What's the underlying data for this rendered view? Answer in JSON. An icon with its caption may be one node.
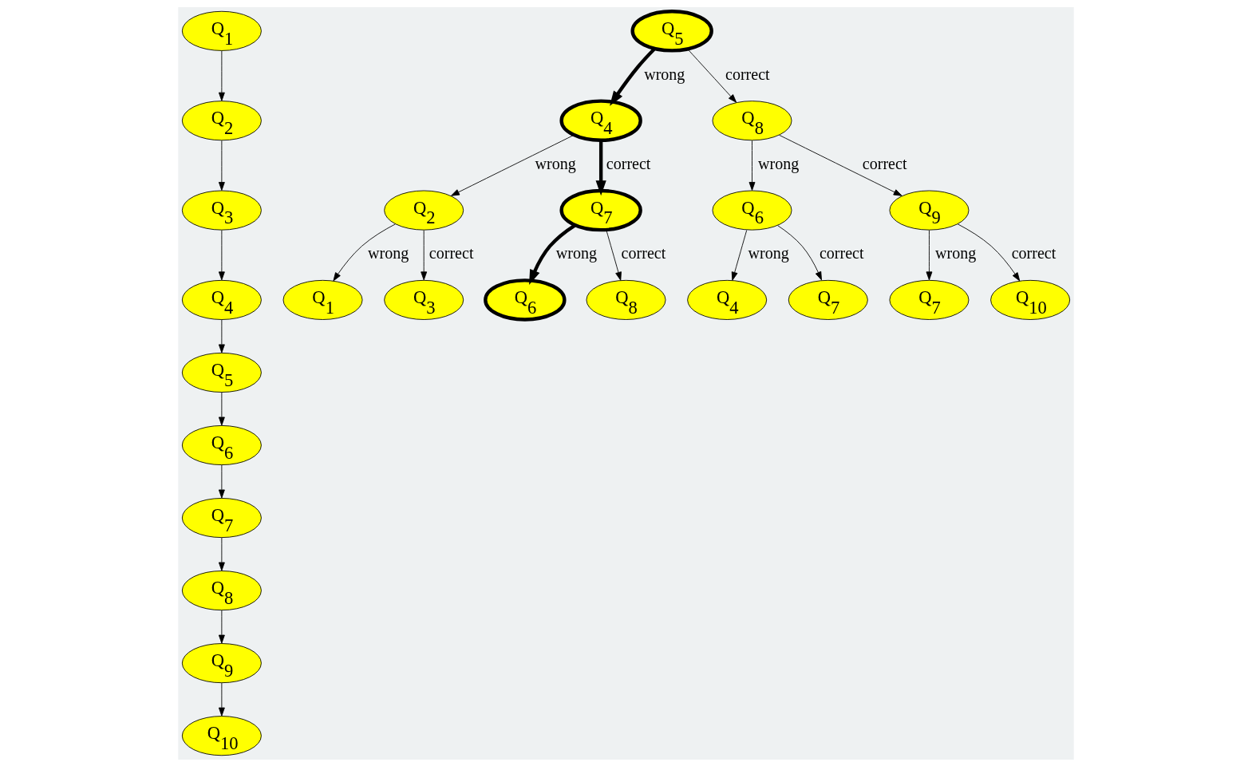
{
  "diagram": {
    "nodes": [
      {
        "text": [
          "Q$_{1}$"
        ]
      },
      {
        "text": [
          "Q$_{2}$"
        ]
      },
      {
        "text": [
          "Q$_{3}$"
        ]
      },
      {
        "text": [
          "Q$_{4}$"
        ]
      },
      {
        "text": [
          "Q$_{5}$"
        ]
      },
      {
        "text": [
          "Q$_{6}$"
        ]
      },
      {
        "text": [
          "Q$_{7}$"
        ]
      },
      {
        "text": [
          "Q$_{8}$"
        ]
      },
      {
        "text": [
          "Q$_{9}$"
        ]
      },
      {
        "text": [
          "Q$_{10}$"
        ]
      },
      {
        "text": [
          "Q$_{5}$"
        ]
      },
      {
        "text": [
          "Q$_{4}$"
        ]
      },
      {
        "text": [
          "Q$_{8}$"
        ]
      },
      {
        "text": [
          "Q$_{2}$"
        ]
      },
      {
        "text": [
          "Q$_{7}$"
        ]
      },
      {
        "text": [
          "Q$_{6}$"
        ]
      },
      {
        "text": [
          "Q$_{9}$"
        ]
      },
      {
        "text": [
          "Q$_{1}$"
        ]
      },
      {
        "text": [
          "Q$_{3}$"
        ]
      },
      {
        "text": [
          "Q$_{6}$"
        ]
      },
      {
        "text": [
          "Q$_{8}$"
        ]
      },
      {
        "text": [
          "Q$_{4}$"
        ]
      },
      {
        "text": [
          "Q$_{7}$"
        ]
      },
      {
        "text": [
          "Q$_{7}$"
        ]
      },
      {
        "text": [
          "Q$_{10}$"
        ]
      }
    ],
    "edges": [
      {
        "from": 0,
        "to": 1,
        "arrow": "to"
      },
      {
        "from": 1,
        "to": 2,
        "arrow": "to"
      },
      {
        "from": 2,
        "to": 3,
        "arrow": "to"
      },
      {
        "from": 3,
        "to": 4,
        "arrow": "to"
      },
      {
        "from": 4,
        "to": 5,
        "arrow": "to"
      },
      {
        "from": 5,
        "to": 6,
        "arrow": "to"
      },
      {
        "from": 6,
        "to": 7,
        "arrow": "to"
      },
      {
        "from": 7,
        "to": 8,
        "arrow": "to"
      },
      {
        "from": 8,
        "to": 9,
        "arrow": "to"
      },
      {
        "from": 10,
        "to": 11,
        "arrow": "to",
        "label": "wrong",
        "style": "thick"
      },
      {
        "from": 10,
        "to": 12,
        "arrow": "to",
        "label": "correct"
      },
      {
        "from": 11,
        "to": 13,
        "arrow": "to",
        "label": "wrong"
      },
      {
        "from": 11,
        "to": 14,
        "arrow": "to",
        "label": "correct",
        "style": "thick"
      },
      {
        "from": 12,
        "to": 15,
        "arrow": "to",
        "label": "wrong"
      },
      {
        "from": 12,
        "to": 16,
        "arrow": "to",
        "label": "correct"
      },
      {
        "from": 13,
        "to": 17,
        "arrow": "to",
        "label": "wrong"
      },
      {
        "from": 13,
        "to": 18,
        "arrow": "to",
        "label": "correct"
      },
      {
        "from": 14,
        "to": 19,
        "arrow": "to",
        "label": "wrong",
        "style": "thick"
      },
      {
        "from": 14,
        "to": 20,
        "arrow": "to",
        "label": "correct"
      },
      {
        "from": 15,
        "to": 21,
        "arrow": "to",
        "label": "wrong"
      },
      {
        "from": 15,
        "to": 22,
        "arrow": "to",
        "label": "correct"
      },
      {
        "from": 16,
        "to": 23,
        "arrow": "to",
        "label": "wrong"
      },
      {
        "from": 16,
        "to": 24,
        "arrow": "to",
        "label": "correct"
      }
    ]
  }
}
